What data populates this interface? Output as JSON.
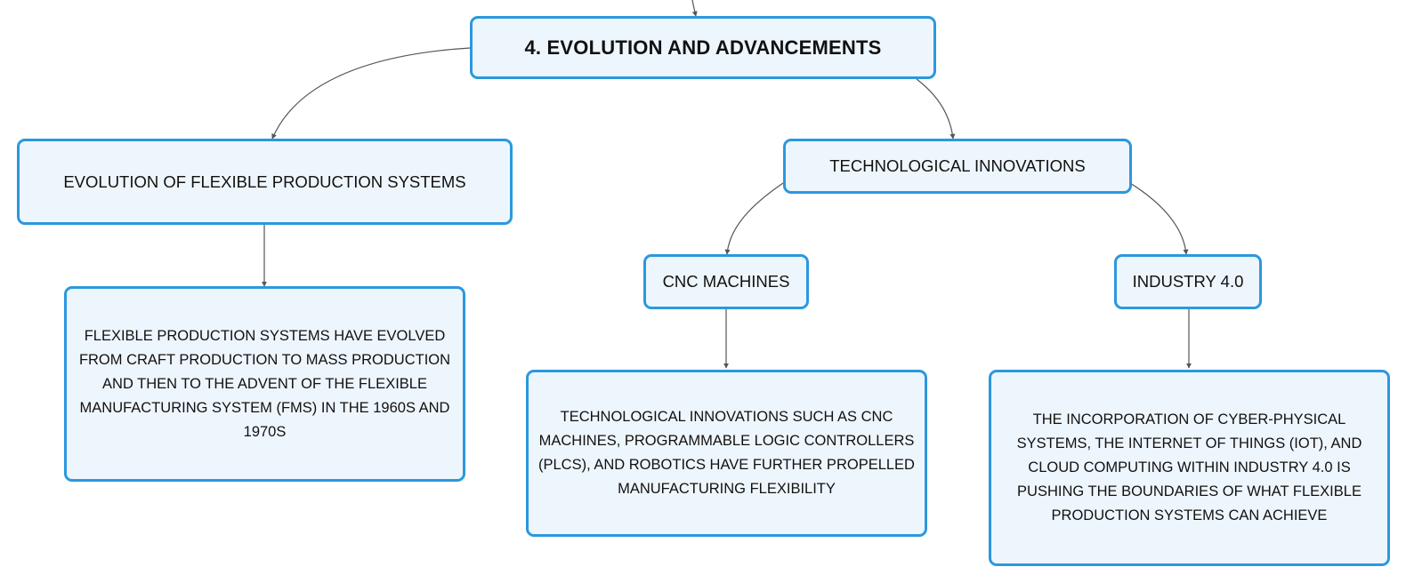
{
  "diagram": {
    "root": {
      "label": "4. EVOLUTION AND ADVANCEMENTS"
    },
    "branches": [
      {
        "label": "EVOLUTION OF FLEXIBLE PRODUCTION SYSTEMS",
        "detail": "FLEXIBLE PRODUCTION SYSTEMS HAVE EVOLVED FROM CRAFT PRODUCTION TO MASS PRODUCTION AND THEN TO THE ADVENT OF THE FLEXIBLE MANUFACTURING SYSTEM (FMS) IN THE 1960S AND 1970S"
      },
      {
        "label": "TECHNOLOGICAL INNOVATIONS",
        "children": [
          {
            "label": "CNC MACHINES",
            "detail": "TECHNOLOGICAL INNOVATIONS SUCH AS CNC MACHINES, PROGRAMMABLE LOGIC CONTROLLERS (PLCS), AND ROBOTICS HAVE FURTHER PROPELLED MANUFACTURING FLEXIBILITY"
          },
          {
            "label": "INDUSTRY 4.0",
            "detail": "THE INCORPORATION OF CYBER-PHYSICAL SYSTEMS, THE INTERNET OF THINGS (IOT), AND CLOUD COMPUTING WITHIN INDUSTRY 4.0 IS PUSHING THE BOUNDARIES OF WHAT FLEXIBLE PRODUCTION SYSTEMS CAN ACHIEVE"
          }
        ]
      }
    ]
  },
  "colors": {
    "node_border": "#2b98de",
    "node_fill": "#eef6fd",
    "connector": "#555555"
  }
}
